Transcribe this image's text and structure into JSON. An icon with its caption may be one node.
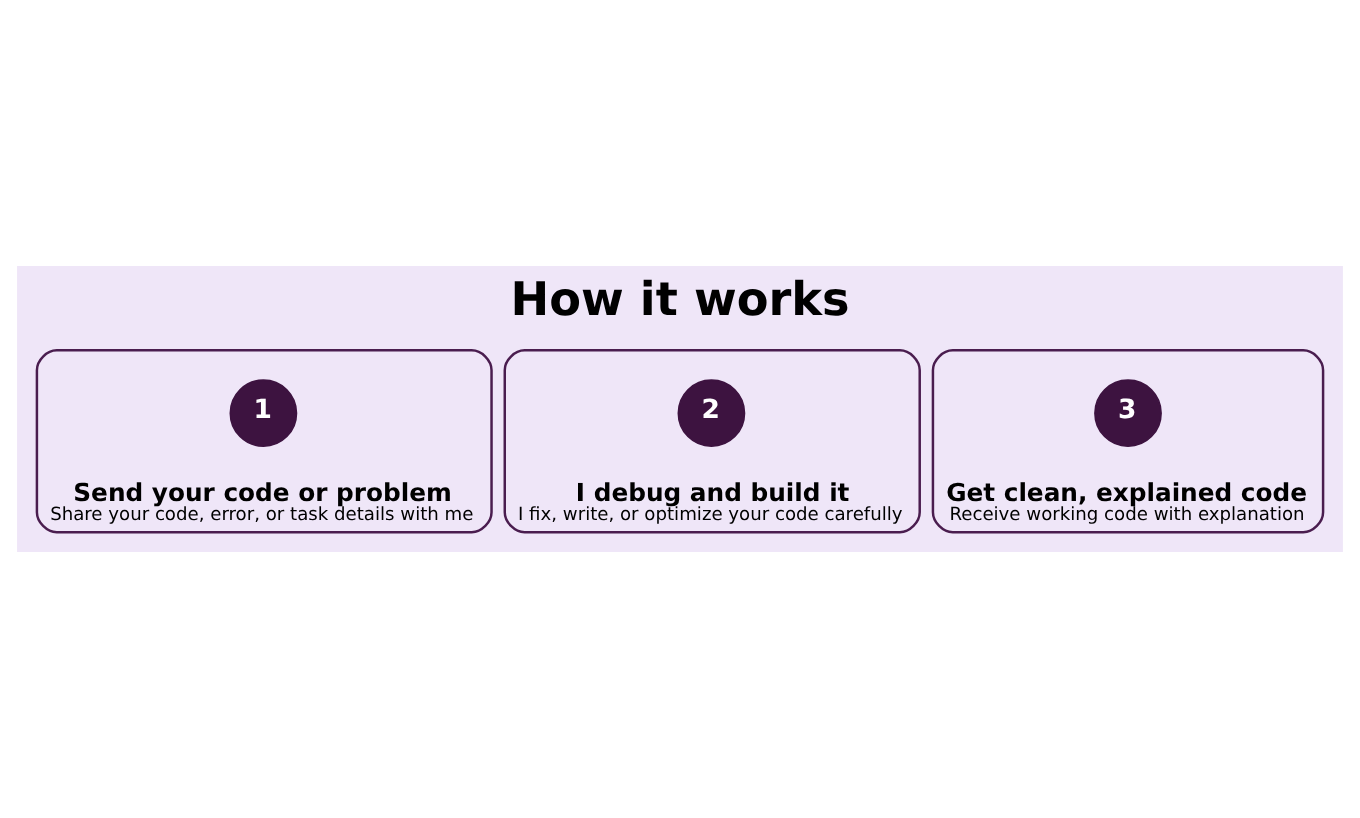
{
  "diagram": {
    "title": "How it works",
    "nodes": [
      {
        "text": [
          "Send your code or problem",
          "Share your code, error, or task details with me"
        ]
      },
      {
        "text": [
          "1"
        ],
        "in": 0
      },
      {
        "text": [
          "I debug and build it",
          "I fix, write, or optimize your code carefully"
        ]
      },
      {
        "text": [
          "2"
        ],
        "in": 2
      },
      {
        "text": [
          "Get clean, explained code",
          "Receive working code with explanation"
        ]
      },
      {
        "text": [
          "3"
        ],
        "in": 4
      }
    ]
  }
}
